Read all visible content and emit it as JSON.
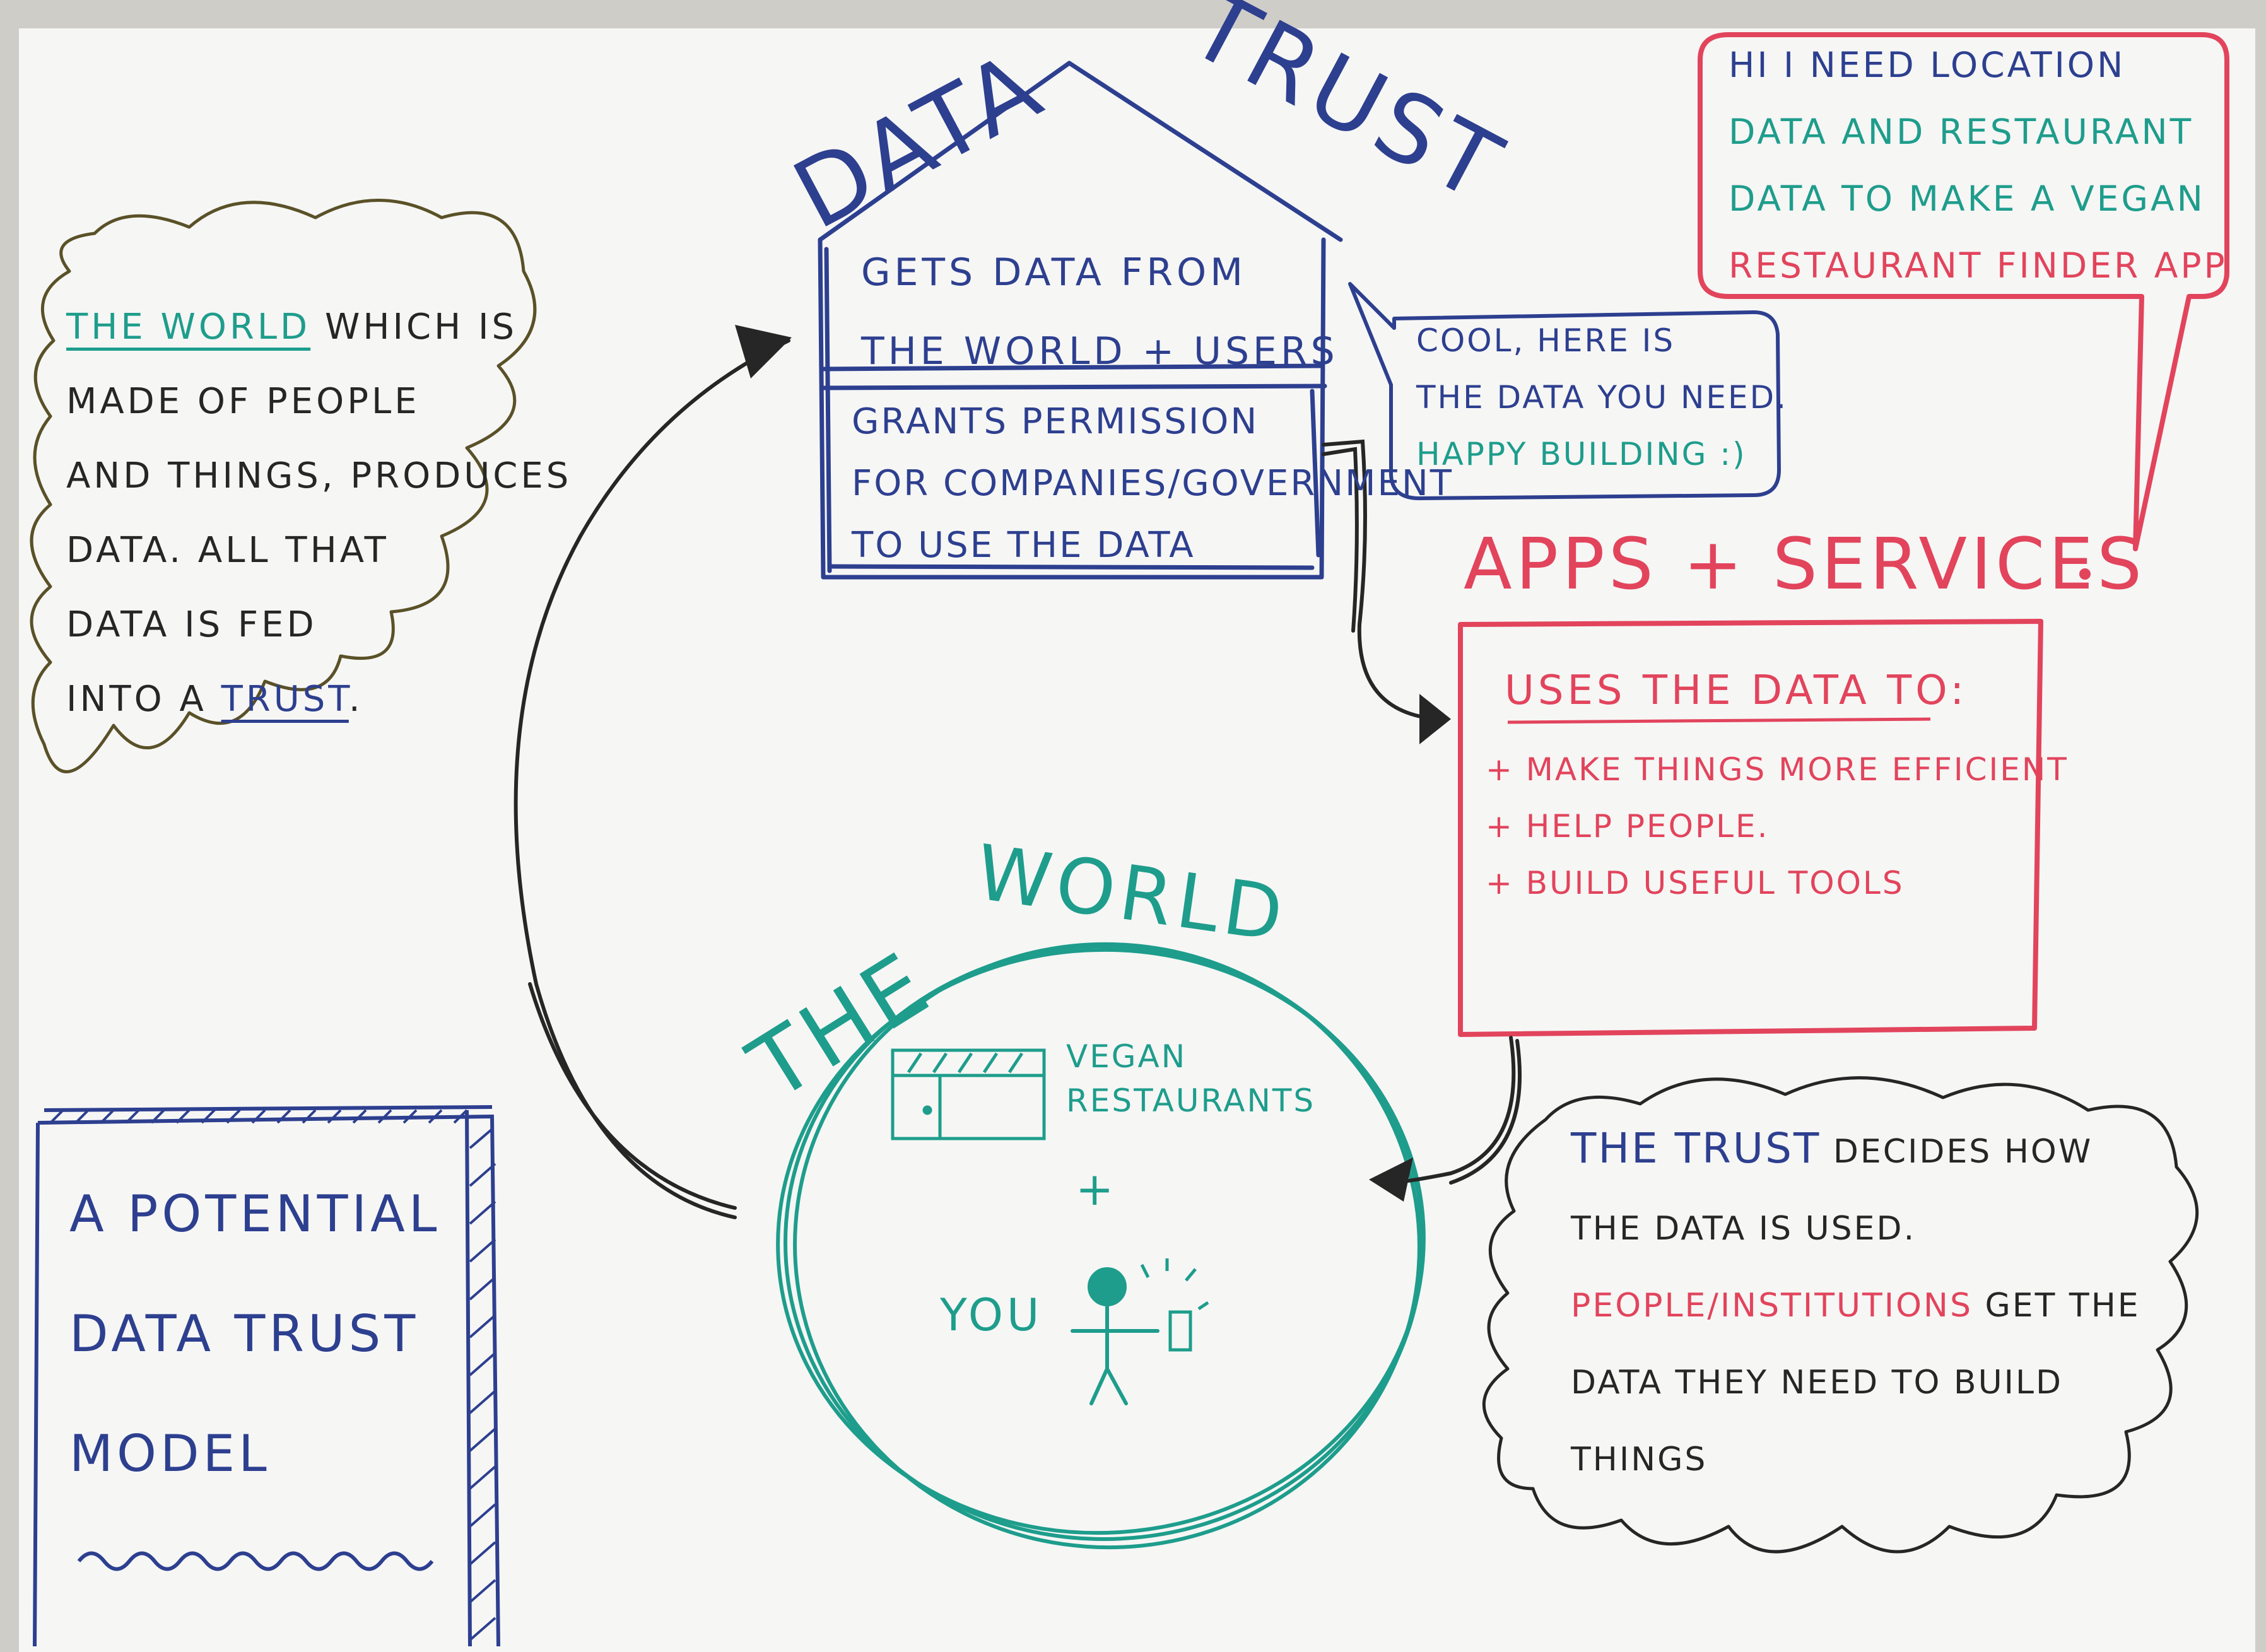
{
  "colors": {
    "blue": "#2d3f8f",
    "teal": "#1e9d8c",
    "red": "#e2445c",
    "black": "#262626",
    "board": "#fbfbfa"
  },
  "data_trust": {
    "title_left": "DATA",
    "title_right": "TRUST",
    "section1": [
      "GETS DATA FROM",
      "THE WORLD + USERS"
    ],
    "section2": [
      "GRANTS PERMISSION",
      "FOR COMPANIES/GOVERNMENT",
      "TO USE THE DATA"
    ]
  },
  "request_bubble": {
    "lines": [
      "HI I NEED LOCATION",
      "DATA AND RESTAURANT",
      "DATA TO MAKE A VEGAN",
      "RESTAURANT FINDER APP."
    ]
  },
  "reply_bubble": {
    "lines": [
      "COOL, HERE IS",
      "THE DATA YOU NEED.",
      "HAPPY BUILDING :)"
    ]
  },
  "apps": {
    "title": "APPS + SERVICES",
    "heading": "USES THE DATA TO:",
    "items": [
      "+ MAKE THINGS MORE EFFICIENT",
      "+ HELP PEOPLE.",
      "+ BUILD USEFUL TOOLS"
    ]
  },
  "world_cloud": {
    "highlight": "THE WORLD",
    "line1_rest": " WHICH IS",
    "lines": [
      "MADE OF PEOPLE",
      "AND THINGS, PRODUCES",
      "DATA. ALL THAT",
      "DATA IS FED"
    ],
    "last_prefix": "INTO A ",
    "last_link": "TRUST",
    "last_suffix": "."
  },
  "world": {
    "title_left": "THE",
    "title_right": "WORLD",
    "restaurants": [
      "VEGAN",
      "RESTAURANTS"
    ],
    "plus": "+",
    "you": "YOU"
  },
  "trust_cloud": {
    "highlight": "THE TRUST",
    "line1_rest": " DECIDES HOW",
    "line2": "THE DATA IS USED.",
    "people": "PEOPLE/INSTITUTIONS",
    "line3_rest": " GET THE",
    "line4": "DATA THEY NEED TO BUILD",
    "line5": "THINGS"
  },
  "model_box": {
    "lines": [
      "A POTENTIAL",
      "DATA TRUST",
      "MODEL"
    ]
  }
}
